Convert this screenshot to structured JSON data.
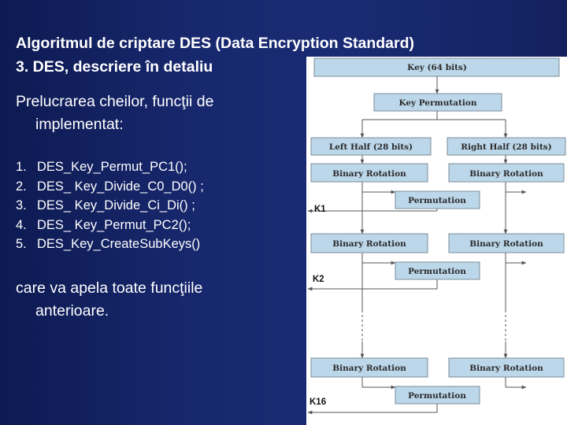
{
  "slide": {
    "title_line1": "Algoritmul de criptare DES (Data Encryption Standard)",
    "title_line2": "3. DES, descriere în detaliu",
    "intro_line1": "Prelucrarea cheilor, funcţii de",
    "intro_line2": "implementat:",
    "functions": [
      {
        "num": "1.",
        "text": "DES_Key_Permut_PC1();"
      },
      {
        "num": "2.",
        "text": "DES_ Key_Divide_C0_D0() ;"
      },
      {
        "num": "3.",
        "text": "DES_ Key_Divide_Ci_Di() ;"
      },
      {
        "num": "4.",
        "text": "DES_ Key_Permut_PC2();"
      },
      {
        "num": "5.",
        "text": "DES_Key_CreateSubKeys()"
      }
    ],
    "outro_line1": "care va apela toate funcţiile",
    "outro_line2": "anterioare."
  },
  "diagram": {
    "key": "Key (64 bits)",
    "key_permutation": "Key Permutation",
    "left_half": "Left Half (28 bits)",
    "right_half": "Right Half (28 bits)",
    "binary_rotation": "Binary Rotation",
    "permutation": "Permutation",
    "k1": "K1",
    "k2": "K2",
    "k16": "K16"
  },
  "colors": {
    "background": "#18286e",
    "box_fill": "#bcd7ea",
    "box_stroke": "#7d8c99",
    "line": "#555555"
  }
}
